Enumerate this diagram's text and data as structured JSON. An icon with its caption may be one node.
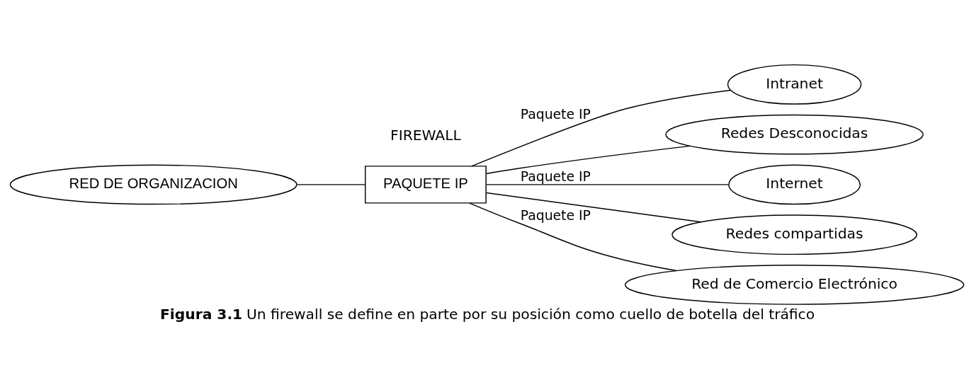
{
  "diagram": {
    "caption": "**Figura 3.1**  Un firewall se define en parte por su posición como cuello de botella del tráfico",
    "nodes": [
      {
        "text": [
          "RED DE ORGANIZACION"
        ]
      },
      {
        "text": [
          "PAQUETE IP"
        ]
      },
      {
        "text": [
          "Intranet"
        ]
      },
      {
        "text": [
          "Redes Desconocidas"
        ]
      },
      {
        "text": [
          "Internet"
        ]
      },
      {
        "text": [
          "Redes compartidas"
        ]
      },
      {
        "text": [
          "Red de Comercio Electrónico"
        ]
      }
    ],
    "edges": [
      {
        "from": 0,
        "to": 1,
        "arrow": "none"
      },
      {
        "from": 1,
        "to": 2,
        "arrow": "none",
        "label": "Paquete IP"
      },
      {
        "from": 1,
        "to": 3,
        "arrow": "none"
      },
      {
        "from": 1,
        "to": 4,
        "arrow": "none",
        "label": "Paquete IP"
      },
      {
        "from": 1,
        "to": 5,
        "arrow": "none"
      },
      {
        "from": 1,
        "to": 6,
        "arrow": "none",
        "label": "Paquete IP"
      }
    ],
    "labels": [
      "FIREWALL"
    ]
  }
}
